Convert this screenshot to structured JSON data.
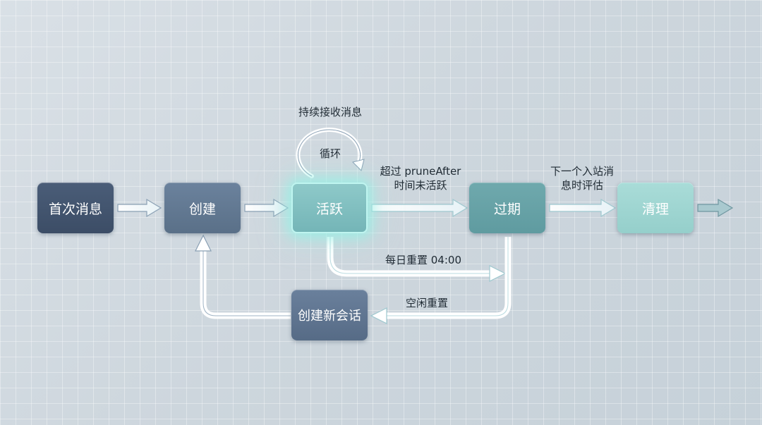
{
  "nodes": {
    "first_message": "首次消息",
    "create": "创建",
    "active": "活跃",
    "expired": "过期",
    "cleanup": "清理",
    "create_new_session": "创建新会话"
  },
  "labels": {
    "loop_title": "持续接收消息",
    "loop_inner": "循环",
    "prune_line1": "超过 pruneAfter",
    "prune_line2": "时间未活跃",
    "next_inbound_line1": "下一个入站消",
    "next_inbound_line2": "息时评估",
    "daily_reset": "每日重置 04:00",
    "idle_reset": "空闲重置"
  },
  "colors": {
    "arrow_fill": "#ffffff",
    "arrow_stroke": "#7f97ad",
    "active_glow": "#bff5f0"
  }
}
